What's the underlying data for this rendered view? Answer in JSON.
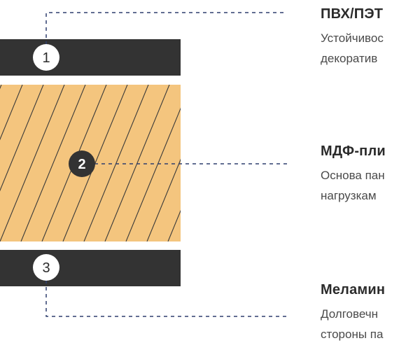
{
  "colors": {
    "dark_layer": "#333333",
    "core_fill": "#F4C57E",
    "hatch": "#3a3a3a",
    "leader_line": "#2f3f6e",
    "badge_dark": "#333333",
    "badge_light": "#ffffff",
    "title_text": "#2b2b2b",
    "desc_text": "#4a4a4a"
  },
  "layers": [
    {
      "number": "1",
      "title": "ПВХ/ПЭТ",
      "desc_lines": [
        "Устойчивос",
        "декоратив"
      ]
    },
    {
      "number": "2",
      "title": "МДФ-пли",
      "desc_lines": [
        "Основа пан",
        "нагрузкам"
      ]
    },
    {
      "number": "3",
      "title": "Меламин",
      "desc_lines": [
        "Долговечн",
        "стороны па"
      ]
    }
  ]
}
